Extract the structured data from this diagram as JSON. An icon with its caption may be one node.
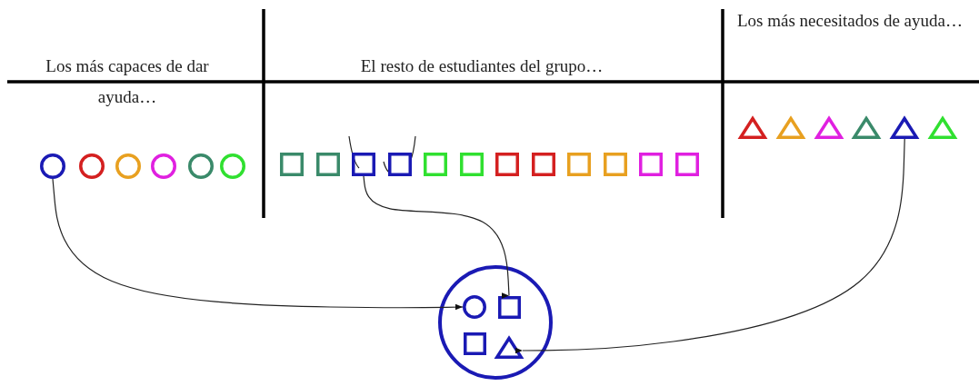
{
  "diagram": {
    "nodes": [
      {
        "text": [],
        "shape": "circle"
      },
      {
        "text": [],
        "shape": "circle"
      },
      {
        "text": [],
        "shape": "circle"
      },
      {
        "text": [],
        "shape": "circle"
      },
      {
        "text": [],
        "shape": "circle"
      },
      {
        "text": [],
        "shape": "circle"
      },
      {
        "text": [],
        "shape": "box"
      },
      {
        "text": [],
        "shape": "box"
      },
      {
        "text": [],
        "shape": "box"
      },
      {
        "text": [],
        "shape": "box"
      },
      {
        "text": [],
        "shape": "box"
      },
      {
        "text": [],
        "shape": "box"
      },
      {
        "text": [],
        "shape": "box"
      },
      {
        "text": [],
        "shape": "box"
      },
      {
        "text": [],
        "shape": "box"
      },
      {
        "text": [],
        "shape": "box"
      },
      {
        "text": [],
        "shape": "box"
      },
      {
        "text": [],
        "shape": "box"
      },
      {
        "text": [],
        "shape": "triangle"
      },
      {
        "text": [],
        "shape": "triangle"
      },
      {
        "text": [],
        "shape": "triangle"
      },
      {
        "text": [],
        "shape": "triangle"
      },
      {
        "text": [],
        "shape": "triangle"
      },
      {
        "text": [],
        "shape": "triangle"
      },
      {
        "text": [],
        "shape": "circle"
      },
      {
        "text": [],
        "shape": "circle",
        "in": 24
      },
      {
        "text": [],
        "shape": "box",
        "in": 24
      },
      {
        "text": [],
        "shape": "box",
        "in": 24
      },
      {
        "text": [],
        "shape": "triangle",
        "in": 24
      }
    ],
    "edges": [
      {
        "from": 0,
        "to": 25,
        "arrow": "to"
      },
      {
        "from": 8,
        "to": 26,
        "arrow": "to"
      },
      {
        "from": 22,
        "to": 28,
        "arrow": "to"
      }
    ],
    "labels": [
      "Los más capaces de dar ayuda…",
      "El resto de estudiantes del grupo…",
      "Los más necesitados de ayuda…"
    ]
  }
}
